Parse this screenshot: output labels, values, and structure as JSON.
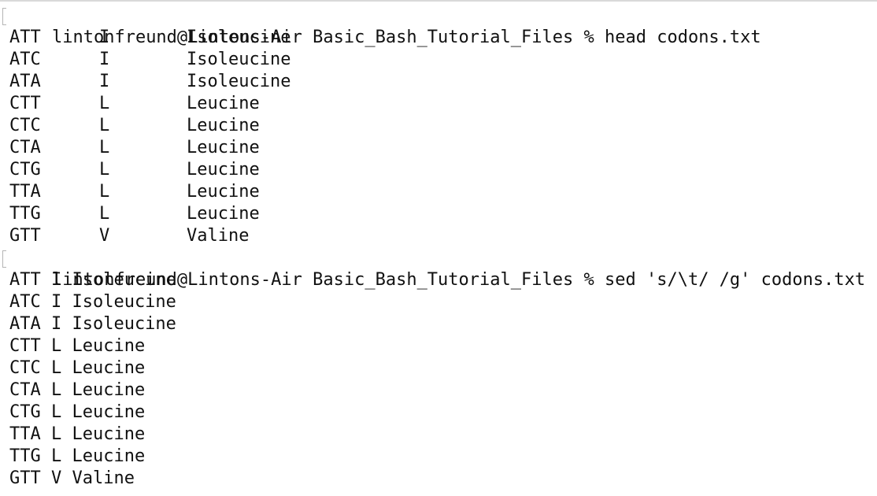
{
  "session": [
    {
      "prompt": "lintonfreund@Lintons-Air Basic_Bash_Tutorial_Files % ",
      "command": "head codons.txt",
      "output_tab": [
        [
          "ATT",
          "I",
          "Isoleucine"
        ],
        [
          "ATC",
          "I",
          "Isoleucine"
        ],
        [
          "ATA",
          "I",
          "Isoleucine"
        ],
        [
          "CTT",
          "L",
          "Leucine"
        ],
        [
          "CTC",
          "L",
          "Leucine"
        ],
        [
          "CTA",
          "L",
          "Leucine"
        ],
        [
          "CTG",
          "L",
          "Leucine"
        ],
        [
          "TTA",
          "L",
          "Leucine"
        ],
        [
          "TTG",
          "L",
          "Leucine"
        ],
        [
          "GTT",
          "V",
          "Valine"
        ]
      ]
    },
    {
      "prompt": "lintonfreund@Lintons-Air Basic_Bash_Tutorial_Files % ",
      "command": "sed 's/\\t/ /g' codons.txt",
      "output_lines": [
        "ATT I Isoleucine",
        "ATC I Isoleucine",
        "ATA I Isoleucine",
        "CTT L Leucine",
        "CTC L Leucine",
        "CTA L Leucine",
        "CTG L Leucine",
        "TTA L Leucine",
        "TTG L Leucine",
        "GTT V Valine"
      ]
    }
  ],
  "colors": {
    "background": "#ffffff",
    "text": "#111111",
    "bracket": "#b5b5b5"
  }
}
